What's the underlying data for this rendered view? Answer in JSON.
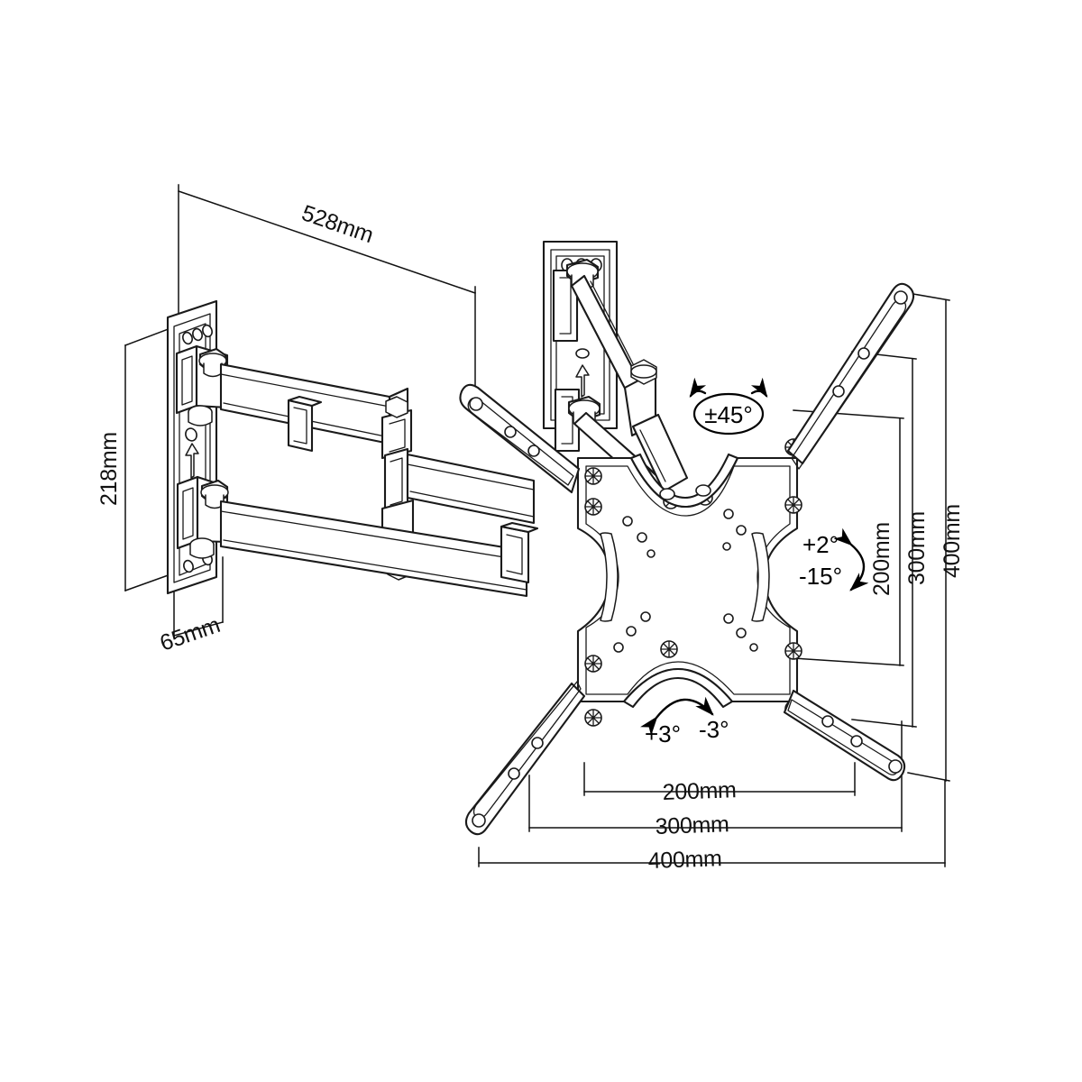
{
  "diagram": {
    "title": "Full-motion TV wall mount dimensional drawing",
    "background_color": "#ffffff",
    "line_color": "#1a1a1a",
    "text_color": "#111111"
  },
  "dimensions": {
    "extension": {
      "label": "528mm",
      "value": 528,
      "unit": "mm",
      "axis": "horizontal",
      "description": "maximum arm extension from wall"
    },
    "plate_height": {
      "label": "218mm",
      "value": 218,
      "unit": "mm",
      "axis": "vertical",
      "description": "wall plate height"
    },
    "plate_depth": {
      "label": "65mm",
      "value": 65,
      "unit": "mm",
      "axis": "depth",
      "description": "wall plate width / folded depth"
    },
    "vesa_vertical": [
      {
        "label": "200mm",
        "value": 200,
        "unit": "mm"
      },
      {
        "label": "300mm",
        "value": 300,
        "unit": "mm"
      },
      {
        "label": "400mm",
        "value": 400,
        "unit": "mm"
      }
    ],
    "vesa_horizontal": [
      {
        "label": "200mm",
        "value": 200,
        "unit": "mm"
      },
      {
        "label": "300mm",
        "value": 300,
        "unit": "mm"
      },
      {
        "label": "400mm",
        "value": 400,
        "unit": "mm"
      }
    ]
  },
  "angles": {
    "swivel": {
      "label": "±45°",
      "value": 45,
      "unit": "deg",
      "type": "swivel"
    },
    "tilt_up": {
      "label": "+2°",
      "value": 2,
      "unit": "deg",
      "type": "tilt"
    },
    "tilt_down": {
      "label": "-15°",
      "value": -15,
      "unit": "deg",
      "type": "tilt"
    },
    "rotate_cw": {
      "label": "+3°",
      "value": 3,
      "unit": "deg",
      "type": "level-rotation"
    },
    "rotate_ccw": {
      "label": "-3°",
      "value": -3,
      "unit": "deg",
      "type": "level-rotation"
    }
  },
  "markers": {
    "orientation_arrow": "up-arrow-icon"
  }
}
